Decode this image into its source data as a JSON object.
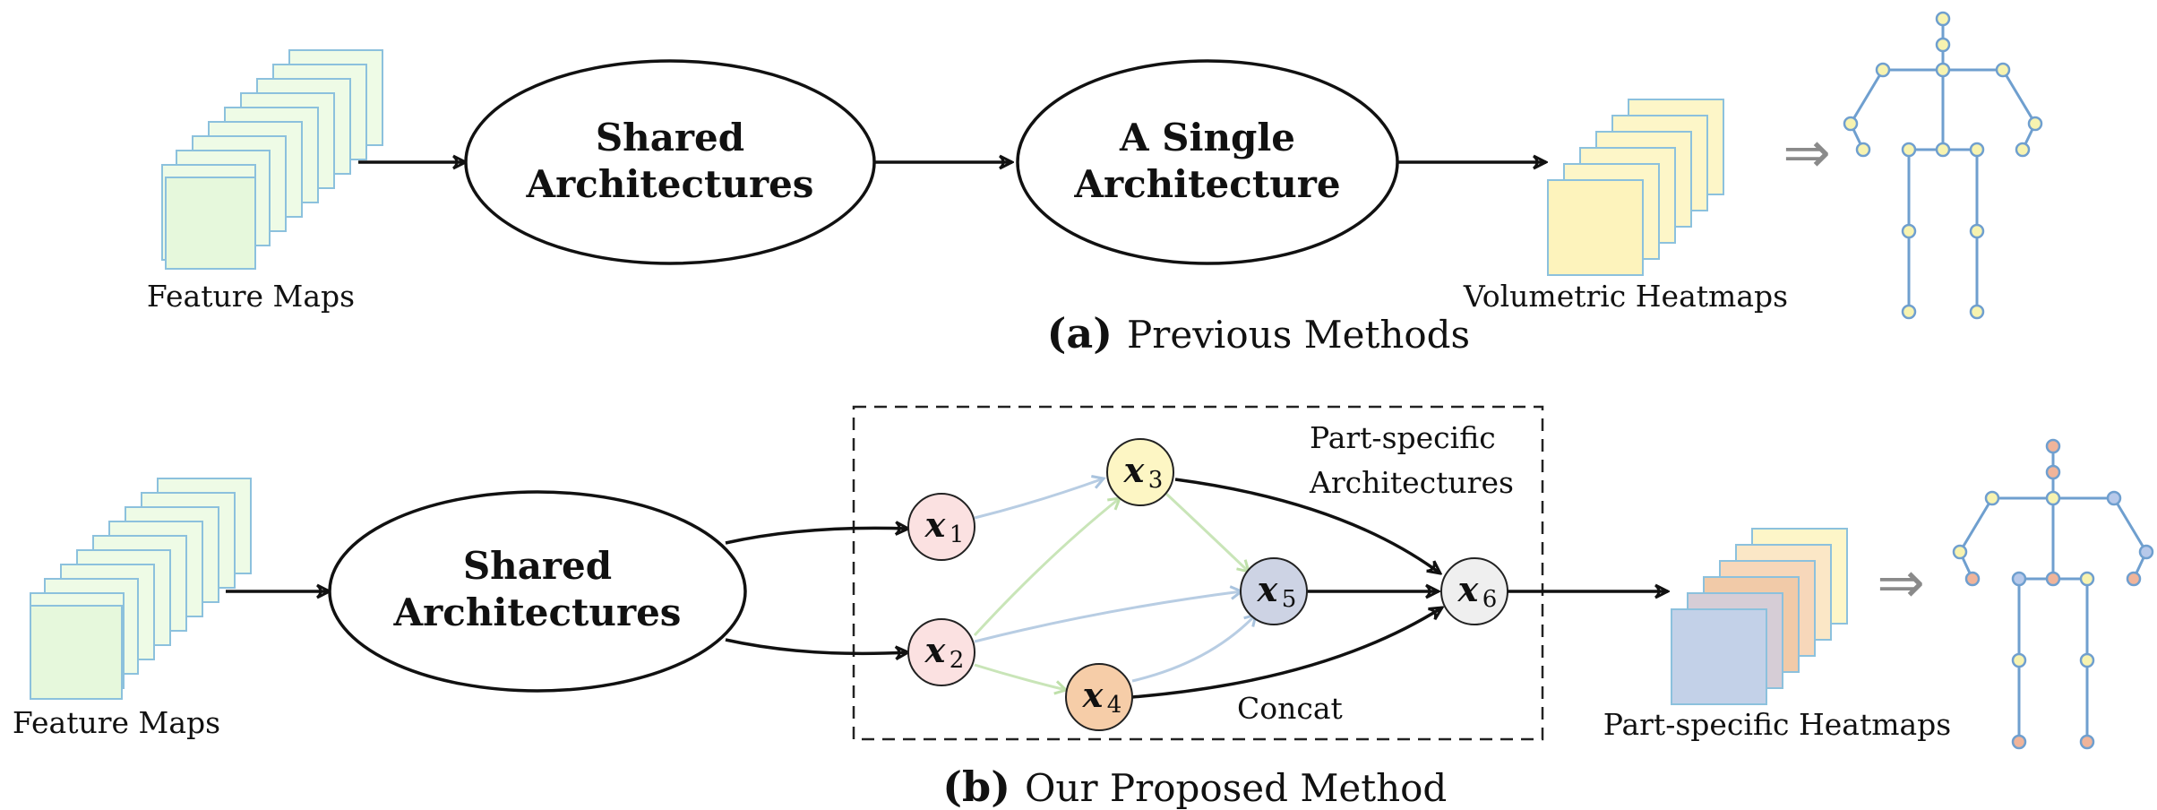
{
  "panel_a": {
    "feature_maps": "Feature Maps",
    "shared": [
      "Shared",
      "Architectures"
    ],
    "single": [
      "A Single",
      "Architecture"
    ],
    "heatmaps": "Volumetric Heatmaps",
    "caption_tag": "(a)",
    "caption": "Previous Methods"
  },
  "panel_b": {
    "feature_maps": "Feature Maps",
    "shared": [
      "Shared",
      "Architectures"
    ],
    "part_specific": [
      "Part-specific",
      "Architectures"
    ],
    "concat": "Concat",
    "heatmaps": "Part-specific Heatmaps",
    "caption_tag": "(b)",
    "caption": "Our Proposed Method",
    "nodes": [
      {
        "var": "x",
        "sub": "1",
        "color": "#fbe1e1"
      },
      {
        "var": "x",
        "sub": "2",
        "color": "#fbe1e1"
      },
      {
        "var": "x",
        "sub": "3",
        "color": "#fdf6c4"
      },
      {
        "var": "x",
        "sub": "4",
        "color": "#f6cda8"
      },
      {
        "var": "x",
        "sub": "5",
        "color": "#cdd3e4"
      },
      {
        "var": "x",
        "sub": "6",
        "color": "#efefef"
      }
    ]
  },
  "implies_symbol": "⇒",
  "colors": {
    "feature_map_fill": "#eefbe6",
    "feature_map_stroke": "#8cc1dd",
    "volumetric_fill": "#fdf6c8",
    "skeleton_line": "#6f9fcf",
    "joint_yellow": "#f7f3b0",
    "joint_orange": "#f0b49a",
    "joint_blue": "#b7c9ea",
    "edge_blue": "#b8cde3",
    "edge_green": "#c9e5b8"
  }
}
